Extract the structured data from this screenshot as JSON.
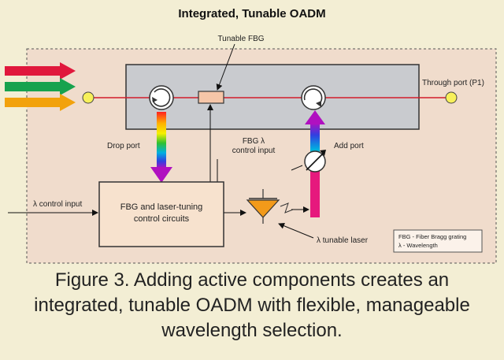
{
  "title": "Integrated, Tunable OADM",
  "labels": {
    "tunable_fbg": "Tunable FBG",
    "through_port": "Through port (P1)",
    "drop_port": "Drop port",
    "fbg_control_line1": "FBG λ",
    "fbg_control_line2": "control input",
    "add_port": "Add port",
    "lambda_control_input": "λ control input",
    "control_box_line1": "FBG and laser-tuning",
    "control_box_line2": "control circuits",
    "tunable_laser": "λ tunable laser"
  },
  "legend": {
    "line1": "FBG - Fiber Bragg grating",
    "line2": "λ - Wavelength"
  },
  "input_arrow_colors": [
    "#e0183c",
    "#17a24e",
    "#f2a20c"
  ],
  "caption": {
    "line1": "Figure 3. Adding active components creates an",
    "line2": "integrated, tunable OADM with flexible, manageable",
    "line3": "wavelength selection."
  }
}
